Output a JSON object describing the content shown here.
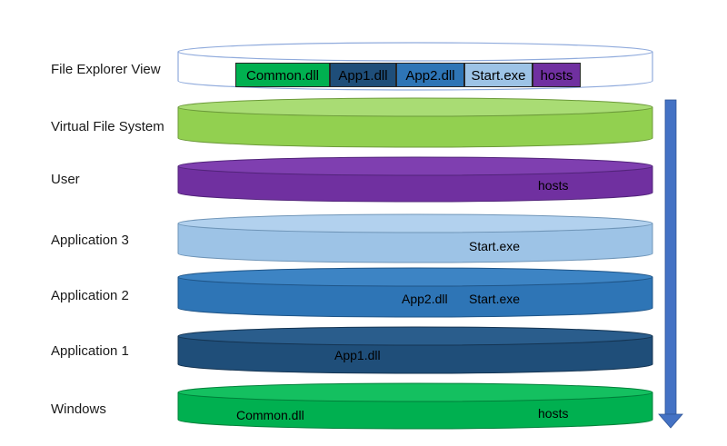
{
  "layers": [
    {
      "label": "File Explorer View",
      "color": "#ffffff"
    },
    {
      "label": "Virtual File System",
      "color": "#92d050"
    },
    {
      "label": "User",
      "color": "#7030a0",
      "files": [
        "hosts"
      ]
    },
    {
      "label": "Application 3",
      "color": "#9dc3e6",
      "files": [
        "Start.exe"
      ]
    },
    {
      "label": "Application 2",
      "color": "#2e75b6",
      "files": [
        "App2.dll",
        "Start.exe"
      ]
    },
    {
      "label": "Application 1",
      "color": "#1f4e79",
      "files": [
        "App1.dll"
      ]
    },
    {
      "label": "Windows",
      "color": "#00b050",
      "files": [
        "Common.dll",
        "hosts"
      ]
    }
  ],
  "explorer_files": [
    {
      "name": "Common.dll",
      "color": "#00b050"
    },
    {
      "name": "App1.dll",
      "color": "#1f4e79"
    },
    {
      "name": "App2.dll",
      "color": "#2e75b6"
    },
    {
      "name": "Start.exe",
      "color": "#9dc3e6"
    },
    {
      "name": "hosts",
      "color": "#7030a0"
    }
  ],
  "arrow_color": "#4472c4"
}
